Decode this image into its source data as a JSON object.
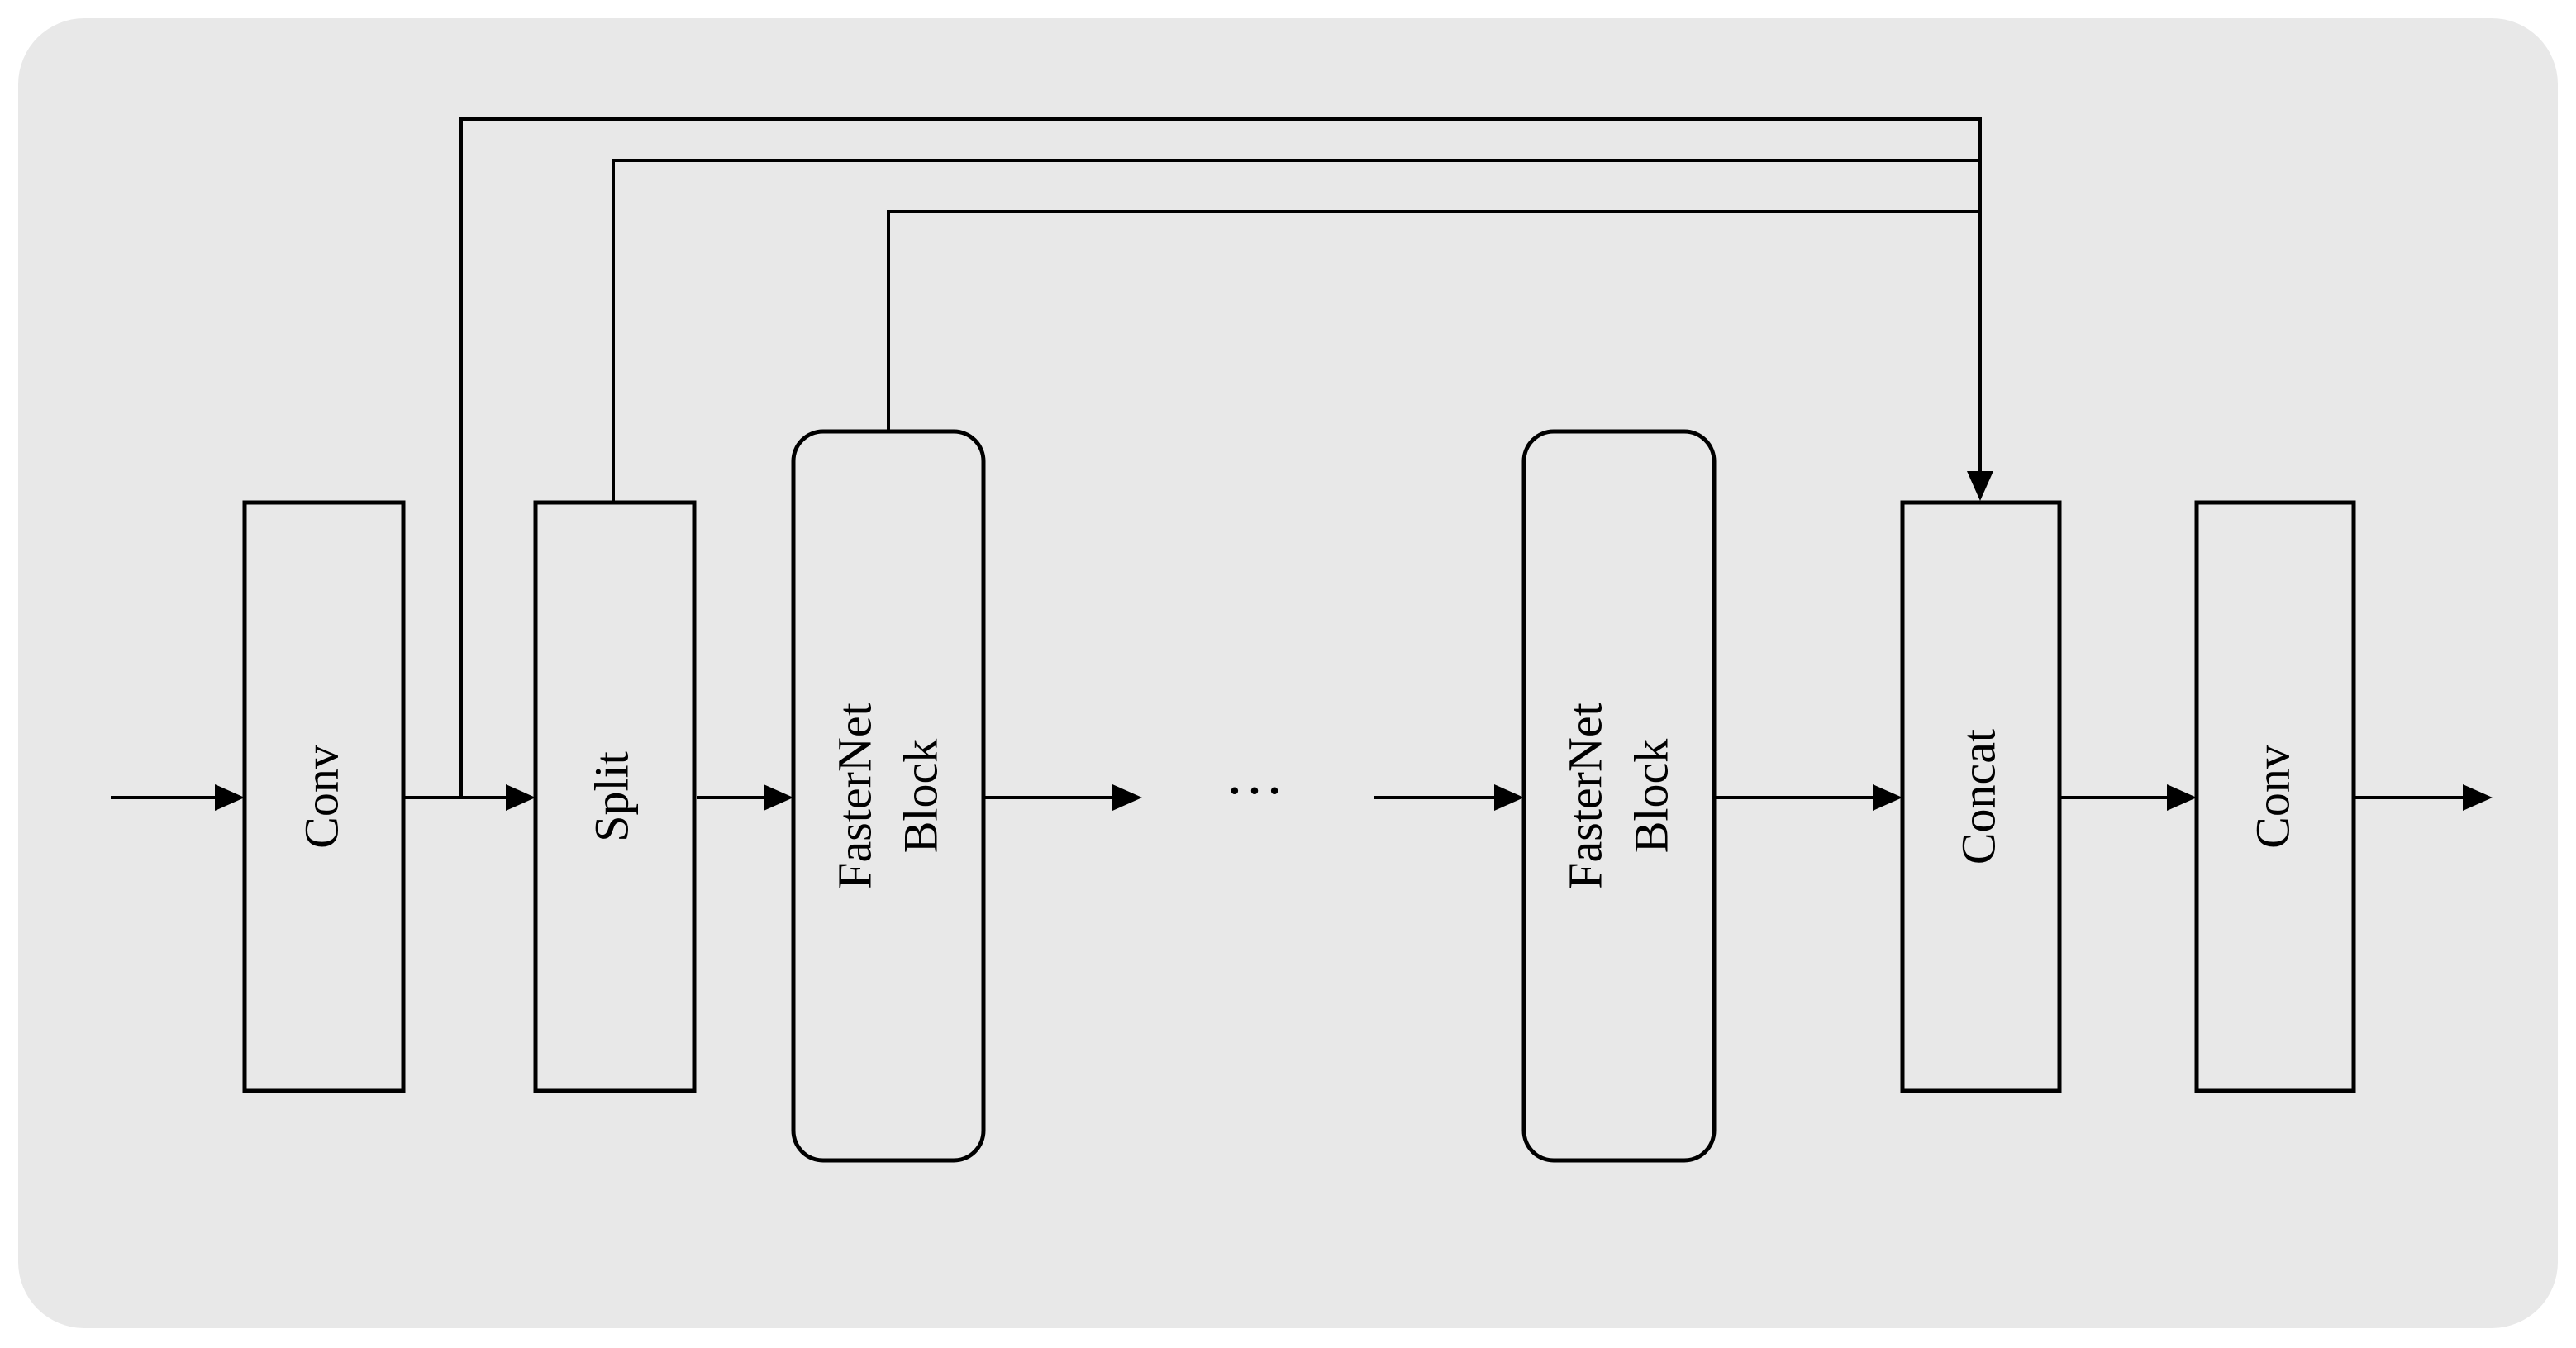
{
  "diagram": {
    "background_color": "#e8e8e8",
    "stroke_color": "#000000",
    "blocks": {
      "conv_in": "Conv",
      "split": "Split",
      "fasternet_1_line1": "FasterNet",
      "fasternet_1_line2": "Block",
      "ellipsis": "…",
      "fasternet_n_line1": "FasterNet",
      "fasternet_n_line2": "Block",
      "concat": "Concat",
      "conv_out": "Conv"
    }
  }
}
